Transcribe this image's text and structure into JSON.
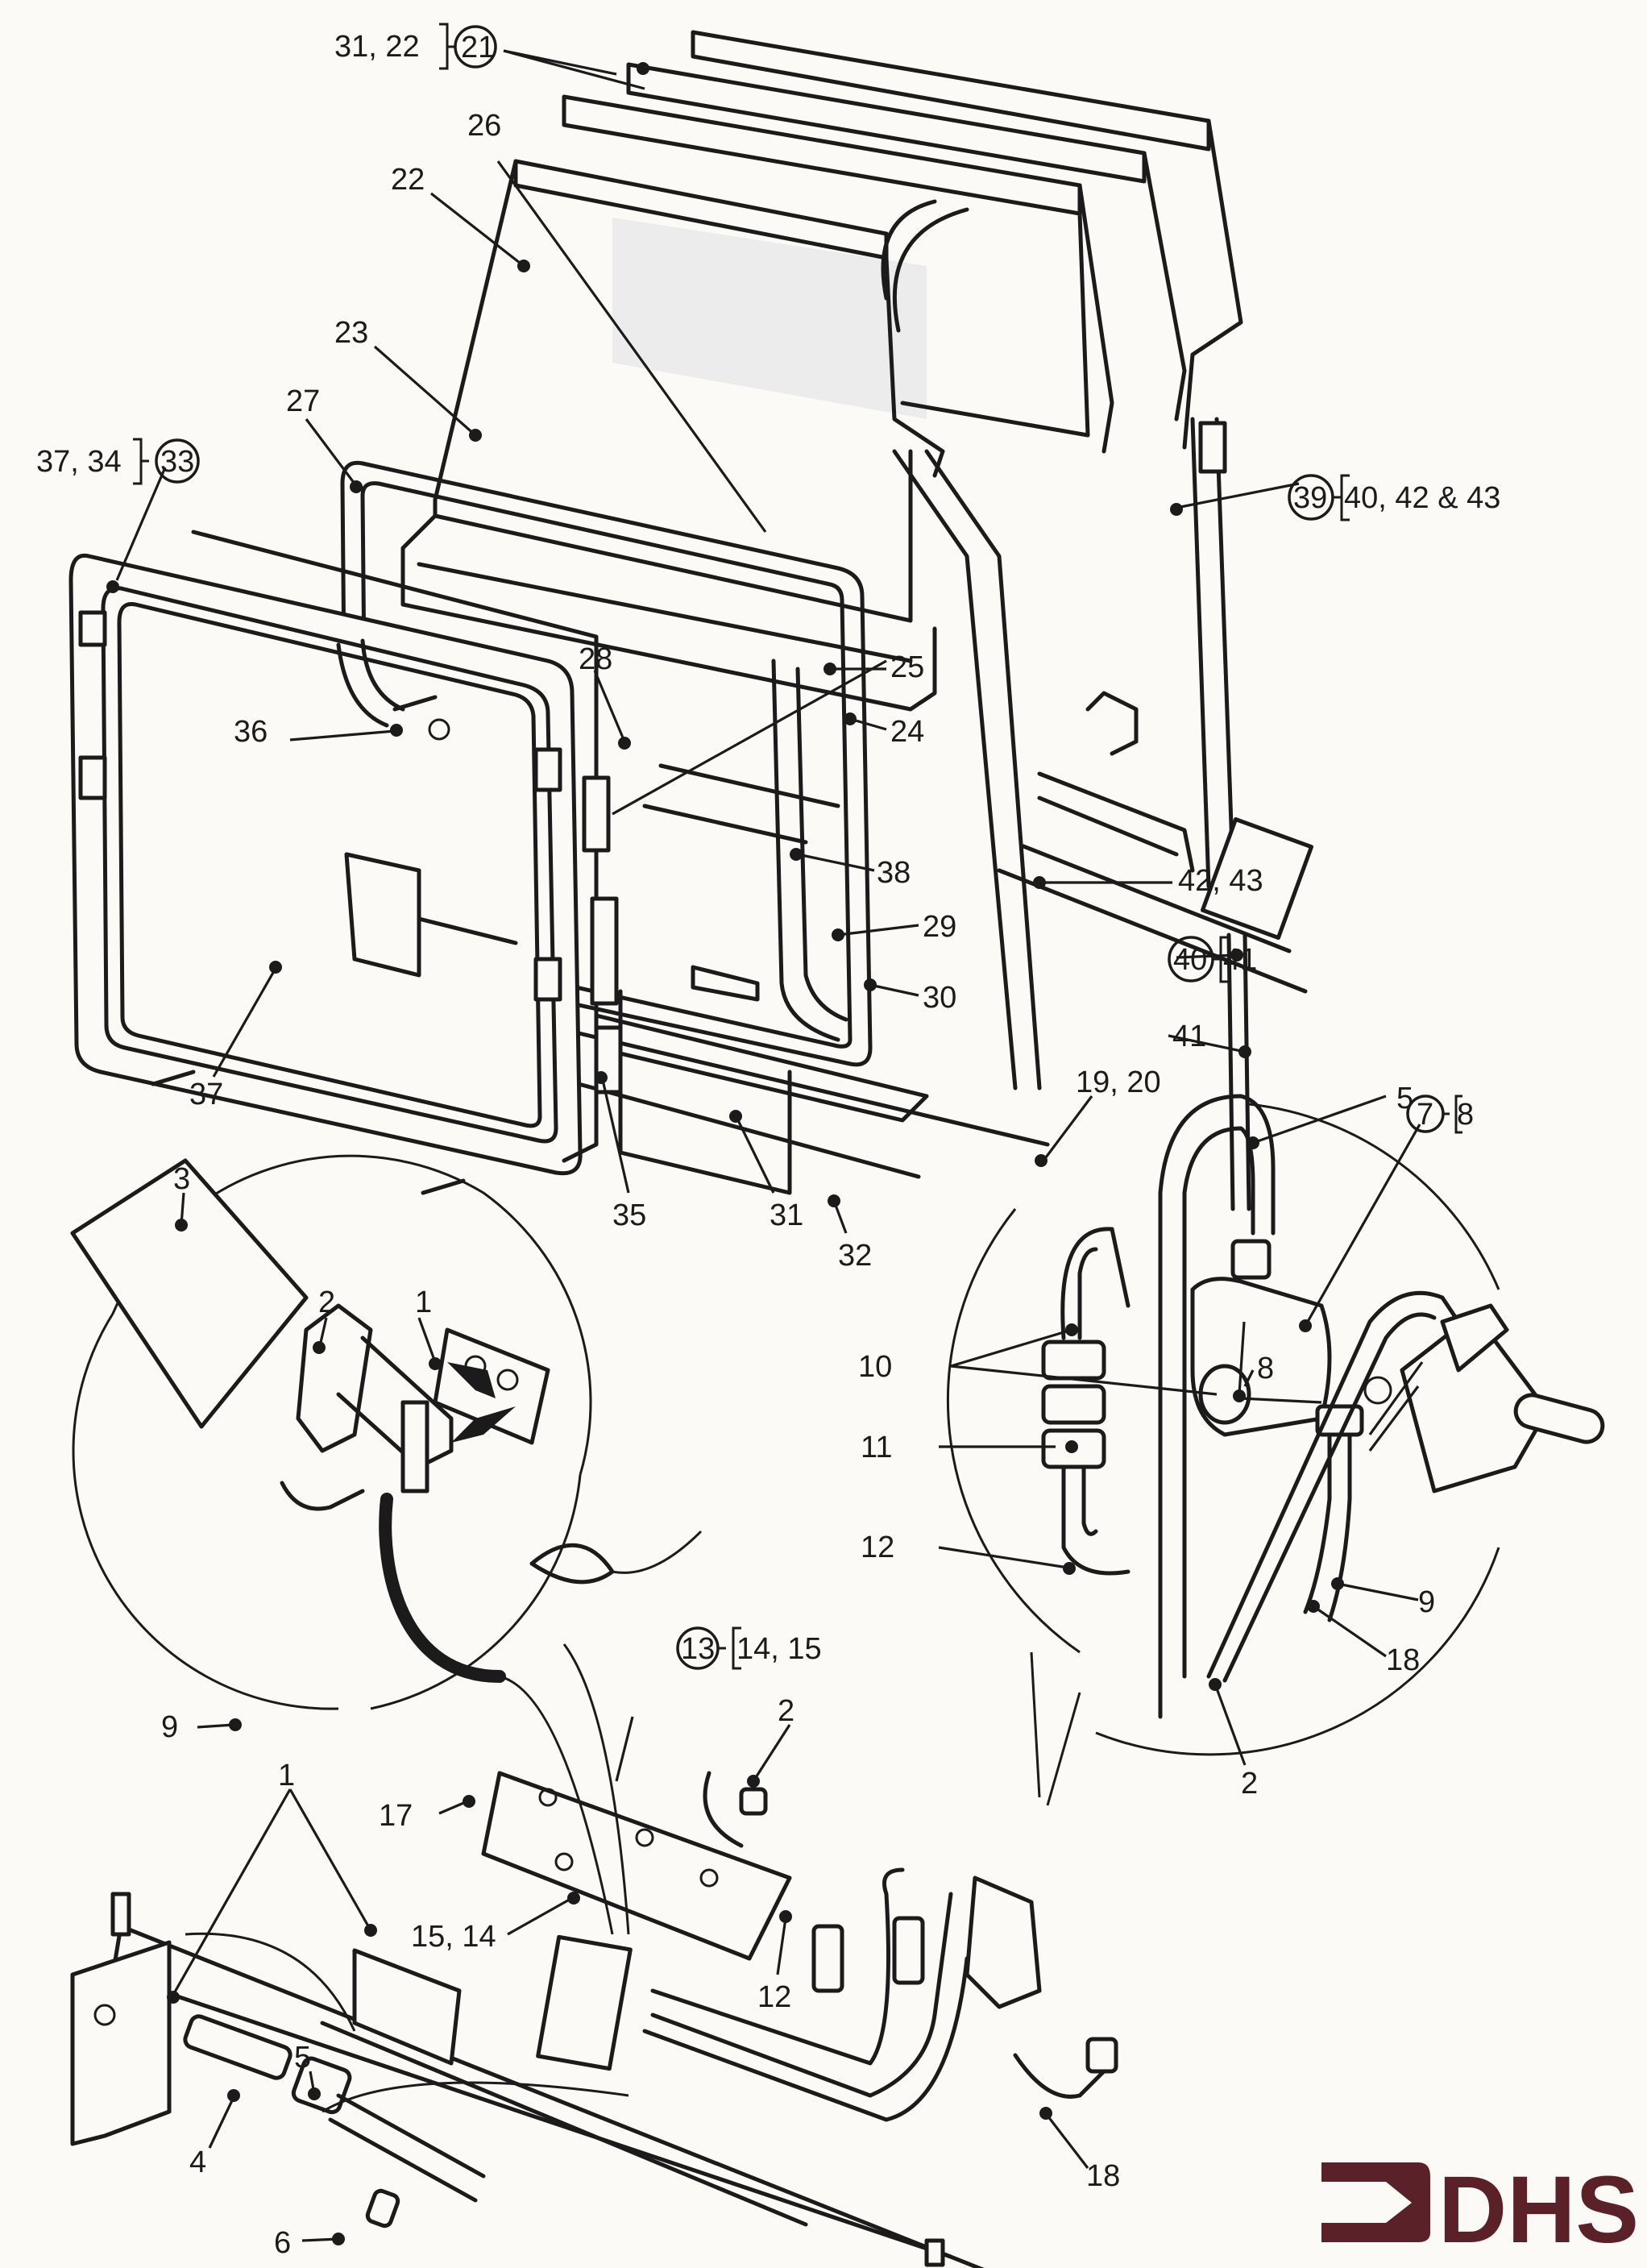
{
  "diagram": {
    "type": "exploded-parts-diagram",
    "callouts": {
      "c21": {
        "assembly": "21",
        "parts": "31, 22"
      },
      "c26": "26",
      "c22": "22",
      "c23": "23",
      "c27": "27",
      "c33": {
        "assembly": "33",
        "parts": "37, 34"
      },
      "c39": {
        "assembly": "39",
        "parts": "40, 42 & 43"
      },
      "c28": "28",
      "c25": "25",
      "c24": "24",
      "c36": "36",
      "c38": "38",
      "c42_43": "42, 43",
      "c29": "29",
      "c40": {
        "assembly": "40",
        "parts": "41"
      },
      "c30": "30",
      "c41": "41",
      "c37": "37",
      "c35": "35",
      "c31": "31",
      "c19_20": "19, 20",
      "c32": "32",
      "c5_top": "5",
      "c7": {
        "assembly": "7",
        "parts": "8"
      },
      "c3": "3",
      "c2_inset": "2",
      "c1_inset": "1",
      "c10": "10",
      "c8": "8",
      "c11": "11",
      "c12_inset": "12",
      "c9_inset_right": "9",
      "c18_inset": "18",
      "c9_left": "9",
      "c13": {
        "assembly": "13",
        "parts": "14, 15"
      },
      "c2_mid": "2",
      "c2_right": "2",
      "c17": "17",
      "c1_bottom": "1",
      "c15_14": "15, 14",
      "c12_bottom": "12",
      "c5_bottom": "5",
      "c4": "4",
      "c18_bottom": "18",
      "c6": "6"
    }
  },
  "logo": {
    "text": "DHS",
    "color": "#5a2228"
  }
}
